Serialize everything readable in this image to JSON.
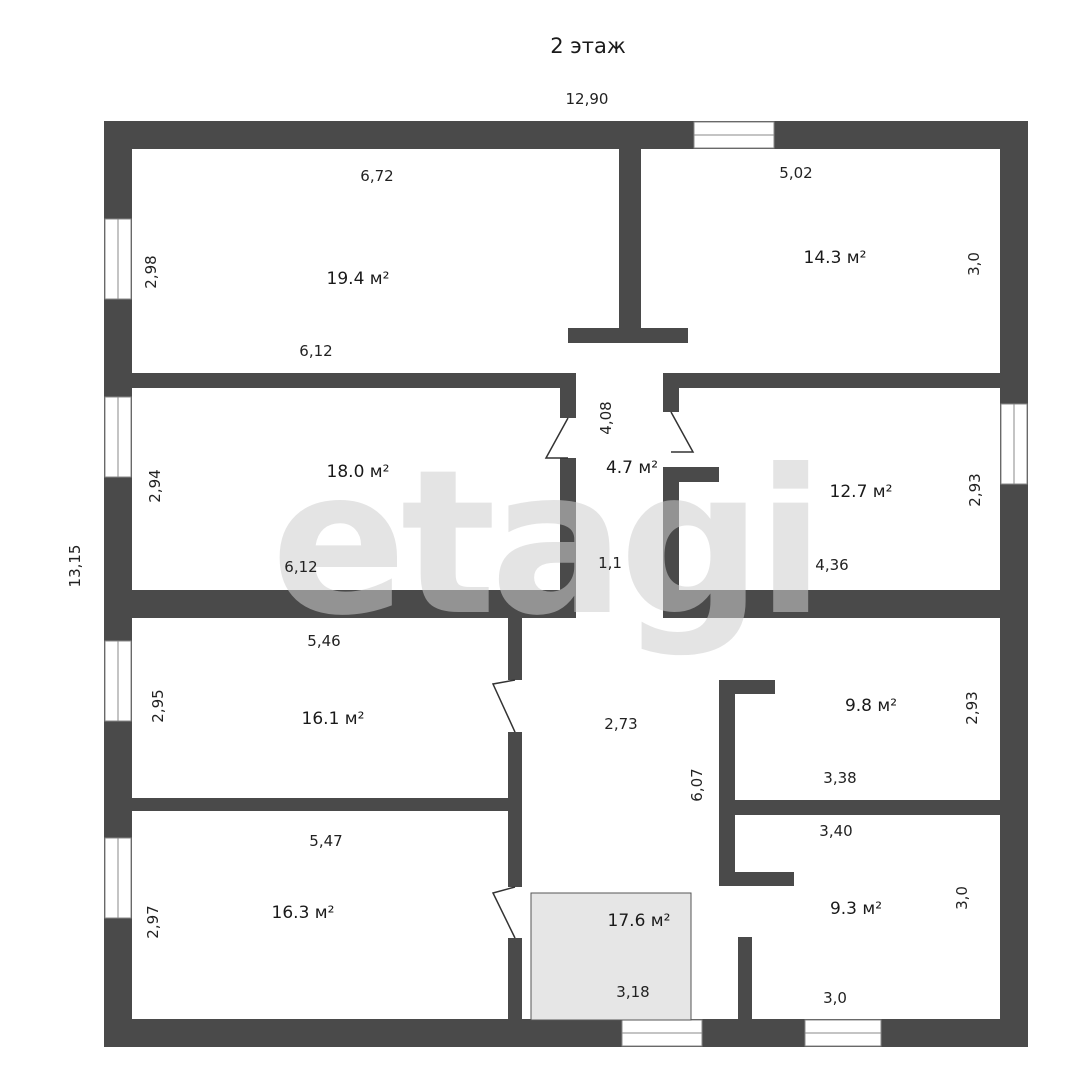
{
  "plan": {
    "title": "2 этаж",
    "total_width": "12,90",
    "total_height": "13,15",
    "watermark": "etagi",
    "wall_color": "#4a4a4a",
    "floor_color": "#ffffff",
    "stair_fill": "#e6e6e6"
  },
  "rooms": [
    {
      "id": "room-1",
      "area": "19.4 м²",
      "dim_top": "6,72",
      "dim_side": "2,98",
      "dim_bottom": "6,12"
    },
    {
      "id": "room-2",
      "area": "14.3 м²",
      "dim_top": "5,02",
      "dim_side": "3,0"
    },
    {
      "id": "room-3",
      "area": "18.0 м²",
      "dim_side": "2,94",
      "dim_bottom": "6,12"
    },
    {
      "id": "corridor",
      "area": "4.7 м²",
      "dim_side": "4,08",
      "dim_bottom": "1,1"
    },
    {
      "id": "room-4",
      "area": "12.7 м²",
      "dim_side": "2,93",
      "dim_bottom": "4,36"
    },
    {
      "id": "room-5",
      "area": "16.1 м²",
      "dim_top": "5,46",
      "dim_side": "2,95"
    },
    {
      "id": "hall",
      "dim_top": "2,73",
      "dim_side": "6,07"
    },
    {
      "id": "room-6",
      "area": "9.8 м²",
      "dim_side": "2,93",
      "dim_bottom": "3,38"
    },
    {
      "id": "room-7",
      "area": "16.3 м²",
      "dim_top": "5,47",
      "dim_side": "2,97"
    },
    {
      "id": "stairs",
      "area": "17.6 м²",
      "dim_bottom": "3,18"
    },
    {
      "id": "room-8",
      "area": "9.3 м²",
      "dim_top": "3,40",
      "dim_side": "3,0",
      "dim_bottom": "3,0"
    }
  ]
}
